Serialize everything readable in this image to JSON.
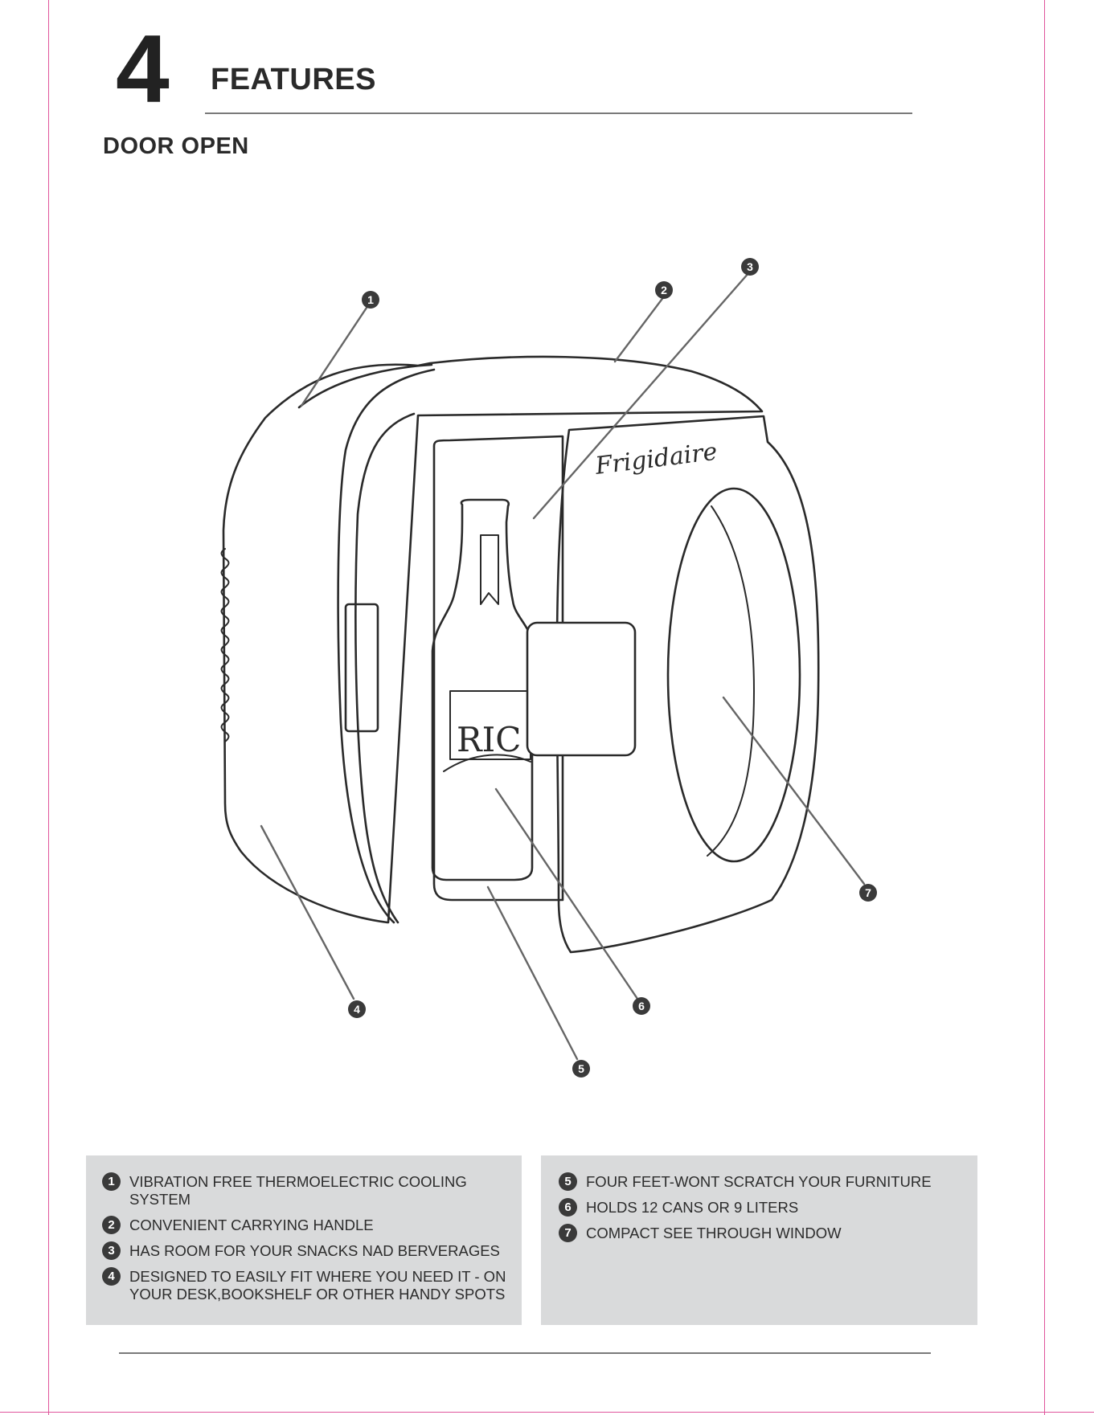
{
  "header": {
    "section_number": "4",
    "section_title": "FEATURES",
    "subsection_title": "DOOR OPEN"
  },
  "diagram": {
    "brand_logo_text": "Frigidaire",
    "bottle_label_text": "RIC",
    "callouts": [
      "1",
      "2",
      "3",
      "4",
      "5",
      "6",
      "7"
    ]
  },
  "features": {
    "left": [
      {
        "num": "1",
        "text": "VIBRATION FREE THERMOELECTRIC COOLING SYSTEM"
      },
      {
        "num": "2",
        "text": "CONVENIENT CARRYING HANDLE"
      },
      {
        "num": "3",
        "text": "HAS ROOM FOR YOUR SNACKS NAD BERVERAGES"
      },
      {
        "num": "4",
        "text": "DESIGNED TO EASILY FIT WHERE YOU NEED IT - ON\nYOUR DESK,BOOKSHELF OR OTHER HANDY SPOTS"
      }
    ],
    "right": [
      {
        "num": "5",
        "text": "FOUR FEET-WONT SCRATCH YOUR FURNITURE"
      },
      {
        "num": "6",
        "text": "HOLDS 12 CANS OR 9 LITERS"
      },
      {
        "num": "7",
        "text": "COMPACT SEE THROUGH WINDOW"
      }
    ]
  },
  "colors": {
    "trim": "#e0559b",
    "panel": "#d9dadb",
    "badge": "#3a3a3a",
    "line": "#2a2a2a"
  }
}
